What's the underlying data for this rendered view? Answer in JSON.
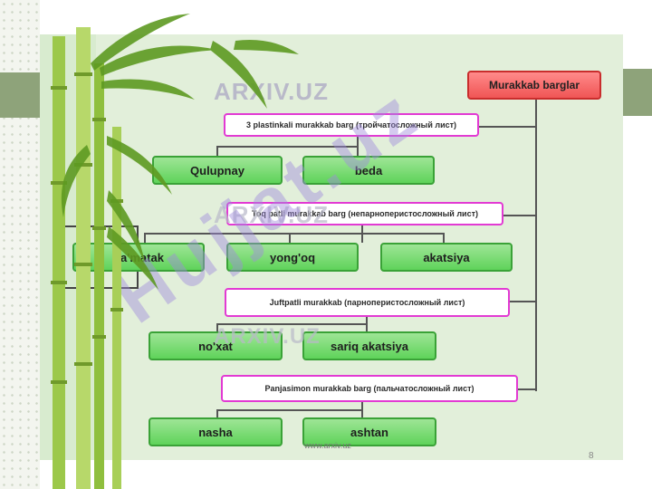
{
  "root": {
    "label": "Murakkab barglar"
  },
  "groups": [
    {
      "header": "3 plastinkali murakkab barg (тройчатосложный лист)",
      "items": [
        "Qulupnay",
        "beda"
      ]
    },
    {
      "header": "Toq patli murakkab barg (непарноперистосложный лист)",
      "items": [
        "na'matak",
        "yong'oq",
        "akatsiya"
      ]
    },
    {
      "header": "Juftpatli murakkab (парноперистосложный лист)",
      "items": [
        "no'xat",
        "sariq  akatsiya"
      ]
    },
    {
      "header": "Panjasimon murakkab barg (пальчатосложный лист)",
      "items": [
        "nasha",
        "ashtan"
      ]
    }
  ],
  "watermarks": {
    "arxiv": "ARXIV.UZ",
    "url": "www.arxiv.uz",
    "big": "Hujjat.uz"
  },
  "page_number": "8",
  "colors": {
    "green_box": "#5fd35a",
    "magenta_border": "#e23ad3",
    "root_box": "#f05555",
    "slide_bg": "#d8ebcf"
  }
}
